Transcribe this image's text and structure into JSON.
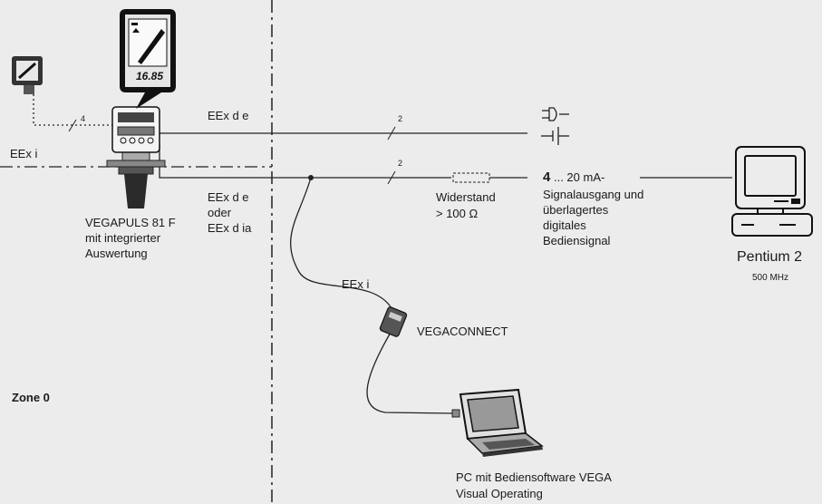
{
  "display": {
    "reading": "16.85"
  },
  "wire_counts": {
    "sensor_link": "4",
    "power_cable": "2",
    "signal_cable": "2"
  },
  "zones": {
    "eex_de_top": "EEx d e",
    "eex_i_left": "EEx i",
    "zone0": "Zone 0"
  },
  "cable_protection": {
    "line1": "EEx d e",
    "line2": "oder",
    "line3": "EEx d ia"
  },
  "device": {
    "line1": "VEGAPULS 81 F",
    "line2": "mit integrierter",
    "line3": "Auswertung"
  },
  "resistor": {
    "line1": "Widerstand",
    "line2": "> 100 Ω"
  },
  "signal": {
    "line1_num": "4",
    "line1_rest": "... 20 mA-",
    "line2": "Signalausgang und",
    "line3": "überlagertes",
    "line4": "digitales",
    "line5": "Bediensignal"
  },
  "pc": {
    "name": "Pentium 2",
    "speed": "500 MHz"
  },
  "connect_cable": {
    "label": "EEx i"
  },
  "vegaconnect": {
    "label": "VEGACONNECT"
  },
  "laptop": {
    "line1": "PC mit Bediensoftware VEGA",
    "line2": "Visual Operating"
  }
}
